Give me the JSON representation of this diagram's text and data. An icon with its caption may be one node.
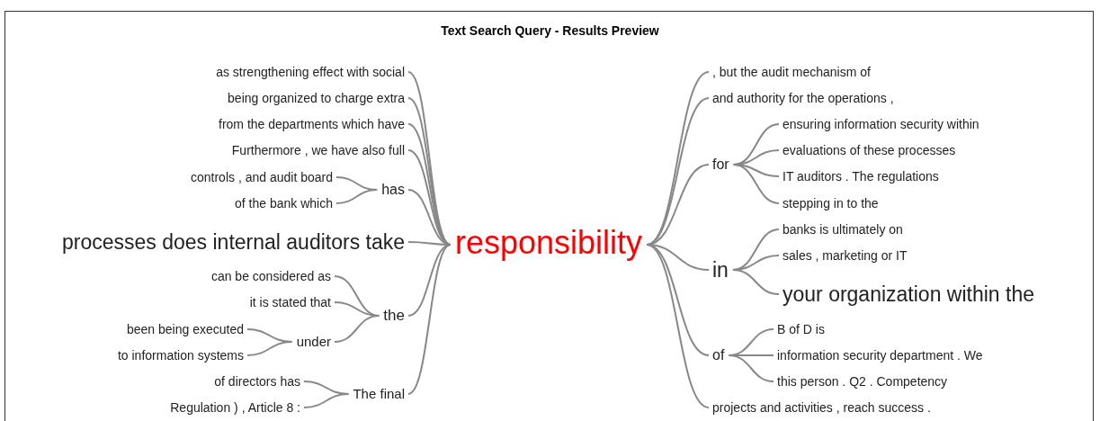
{
  "diagram": {
    "title": "Text Search Query - Results Preview",
    "nodes": [
      {
        "text": [
          "responsibility"
        ]
      },
      {
        "text": [
          "as strengthening effect with social"
        ]
      },
      {
        "text": [
          "being organized to charge extra"
        ]
      },
      {
        "text": [
          "from the departments which have"
        ]
      },
      {
        "text": [
          "Furthermore , we have also full"
        ]
      },
      {
        "text": [
          "has"
        ]
      },
      {
        "text": [
          "controls , and audit board"
        ]
      },
      {
        "text": [
          "of the bank which"
        ]
      },
      {
        "text": [
          "processes does internal auditors take"
        ]
      },
      {
        "text": [
          "the"
        ]
      },
      {
        "text": [
          "can be considered as"
        ]
      },
      {
        "text": [
          "it is stated that"
        ]
      },
      {
        "text": [
          "under"
        ]
      },
      {
        "text": [
          "been being executed"
        ]
      },
      {
        "text": [
          "to information systems"
        ]
      },
      {
        "text": [
          "The final"
        ]
      },
      {
        "text": [
          "of directors has"
        ]
      },
      {
        "text": [
          "Regulation ) , Article 8 :"
        ]
      },
      {
        "text": [
          ", but the audit mechanism of"
        ]
      },
      {
        "text": [
          "and authority for the operations ,"
        ]
      },
      {
        "text": [
          "for"
        ]
      },
      {
        "text": [
          "ensuring information security within"
        ]
      },
      {
        "text": [
          "evaluations of these processes"
        ]
      },
      {
        "text": [
          "IT auditors . The regulations"
        ]
      },
      {
        "text": [
          "stepping in to the"
        ]
      },
      {
        "text": [
          "in"
        ]
      },
      {
        "text": [
          "banks is ultimately on"
        ]
      },
      {
        "text": [
          "sales , marketing or IT"
        ]
      },
      {
        "text": [
          "your organization within the"
        ]
      },
      {
        "text": [
          "of"
        ]
      },
      {
        "text": [
          "B of D is"
        ]
      },
      {
        "text": [
          "information security department . We"
        ]
      },
      {
        "text": [
          "this person . Q2 . Competency"
        ]
      },
      {
        "text": [
          "projects and activities , reach success ."
        ]
      }
    ],
    "edges": [
      {
        "from": 0,
        "to": 1,
        "arrow": "none"
      },
      {
        "from": 0,
        "to": 2,
        "arrow": "none"
      },
      {
        "from": 0,
        "to": 3,
        "arrow": "none"
      },
      {
        "from": 0,
        "to": 4,
        "arrow": "none"
      },
      {
        "from": 0,
        "to": 5,
        "arrow": "none"
      },
      {
        "from": 5,
        "to": 6,
        "arrow": "none"
      },
      {
        "from": 5,
        "to": 7,
        "arrow": "none"
      },
      {
        "from": 0,
        "to": 8,
        "arrow": "none"
      },
      {
        "from": 0,
        "to": 9,
        "arrow": "none"
      },
      {
        "from": 9,
        "to": 10,
        "arrow": "none"
      },
      {
        "from": 9,
        "to": 11,
        "arrow": "none"
      },
      {
        "from": 9,
        "to": 12,
        "arrow": "none"
      },
      {
        "from": 12,
        "to": 13,
        "arrow": "none"
      },
      {
        "from": 12,
        "to": 14,
        "arrow": "none"
      },
      {
        "from": 0,
        "to": 15,
        "arrow": "none"
      },
      {
        "from": 15,
        "to": 16,
        "arrow": "none"
      },
      {
        "from": 15,
        "to": 17,
        "arrow": "none"
      },
      {
        "from": 0,
        "to": 18,
        "arrow": "none"
      },
      {
        "from": 0,
        "to": 19,
        "arrow": "none"
      },
      {
        "from": 0,
        "to": 20,
        "arrow": "none"
      },
      {
        "from": 20,
        "to": 21,
        "arrow": "none"
      },
      {
        "from": 20,
        "to": 22,
        "arrow": "none"
      },
      {
        "from": 20,
        "to": 23,
        "arrow": "none"
      },
      {
        "from": 20,
        "to": 24,
        "arrow": "none"
      },
      {
        "from": 0,
        "to": 25,
        "arrow": "none"
      },
      {
        "from": 25,
        "to": 26,
        "arrow": "none"
      },
      {
        "from": 25,
        "to": 27,
        "arrow": "none"
      },
      {
        "from": 25,
        "to": 28,
        "arrow": "none"
      },
      {
        "from": 0,
        "to": 29,
        "arrow": "none"
      },
      {
        "from": 29,
        "to": 30,
        "arrow": "none"
      },
      {
        "from": 29,
        "to": 31,
        "arrow": "none"
      },
      {
        "from": 29,
        "to": 32,
        "arrow": "none"
      },
      {
        "from": 0,
        "to": 33,
        "arrow": "none"
      }
    ]
  }
}
